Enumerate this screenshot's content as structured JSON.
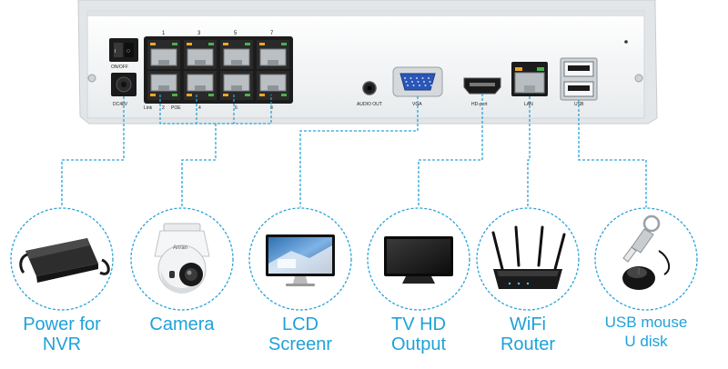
{
  "nvr": {
    "labels": {
      "power_switch": "ON/OFF",
      "dc_in": "DC48V",
      "link": "Link",
      "poe": "POE",
      "audio_out": "AUDIO OUT",
      "vga": "VGA",
      "hdmi": "HD-port",
      "lan": "LAN",
      "usb": "USB"
    },
    "port_numbers_top": [
      "1",
      "3",
      "5",
      "7"
    ],
    "port_numbers_bottom": [
      "2",
      "4",
      "6",
      "8"
    ]
  },
  "devices": [
    {
      "id": "power",
      "icon": "power-adapter-icon",
      "lines": [
        "Power for",
        "NVR"
      ]
    },
    {
      "id": "camera",
      "icon": "ptz-camera-icon",
      "lines": [
        "Camera"
      ]
    },
    {
      "id": "lcd",
      "icon": "lcd-monitor-icon",
      "lines": [
        "LCD",
        "Screenr"
      ]
    },
    {
      "id": "tv",
      "icon": "tv-icon",
      "lines": [
        "TV HD",
        "Output"
      ]
    },
    {
      "id": "wifi",
      "icon": "wifi-router-icon",
      "lines": [
        "WiFi",
        "Router"
      ]
    },
    {
      "id": "usb",
      "icon": "usb-mouse-disk-icon",
      "lines": [
        "USB mouse",
        "U disk"
      ]
    }
  ],
  "camera_brand": "Anran",
  "colors": {
    "accent": "#1ea2da",
    "line": "#2aa3d8",
    "case": "#f2f4f5"
  }
}
